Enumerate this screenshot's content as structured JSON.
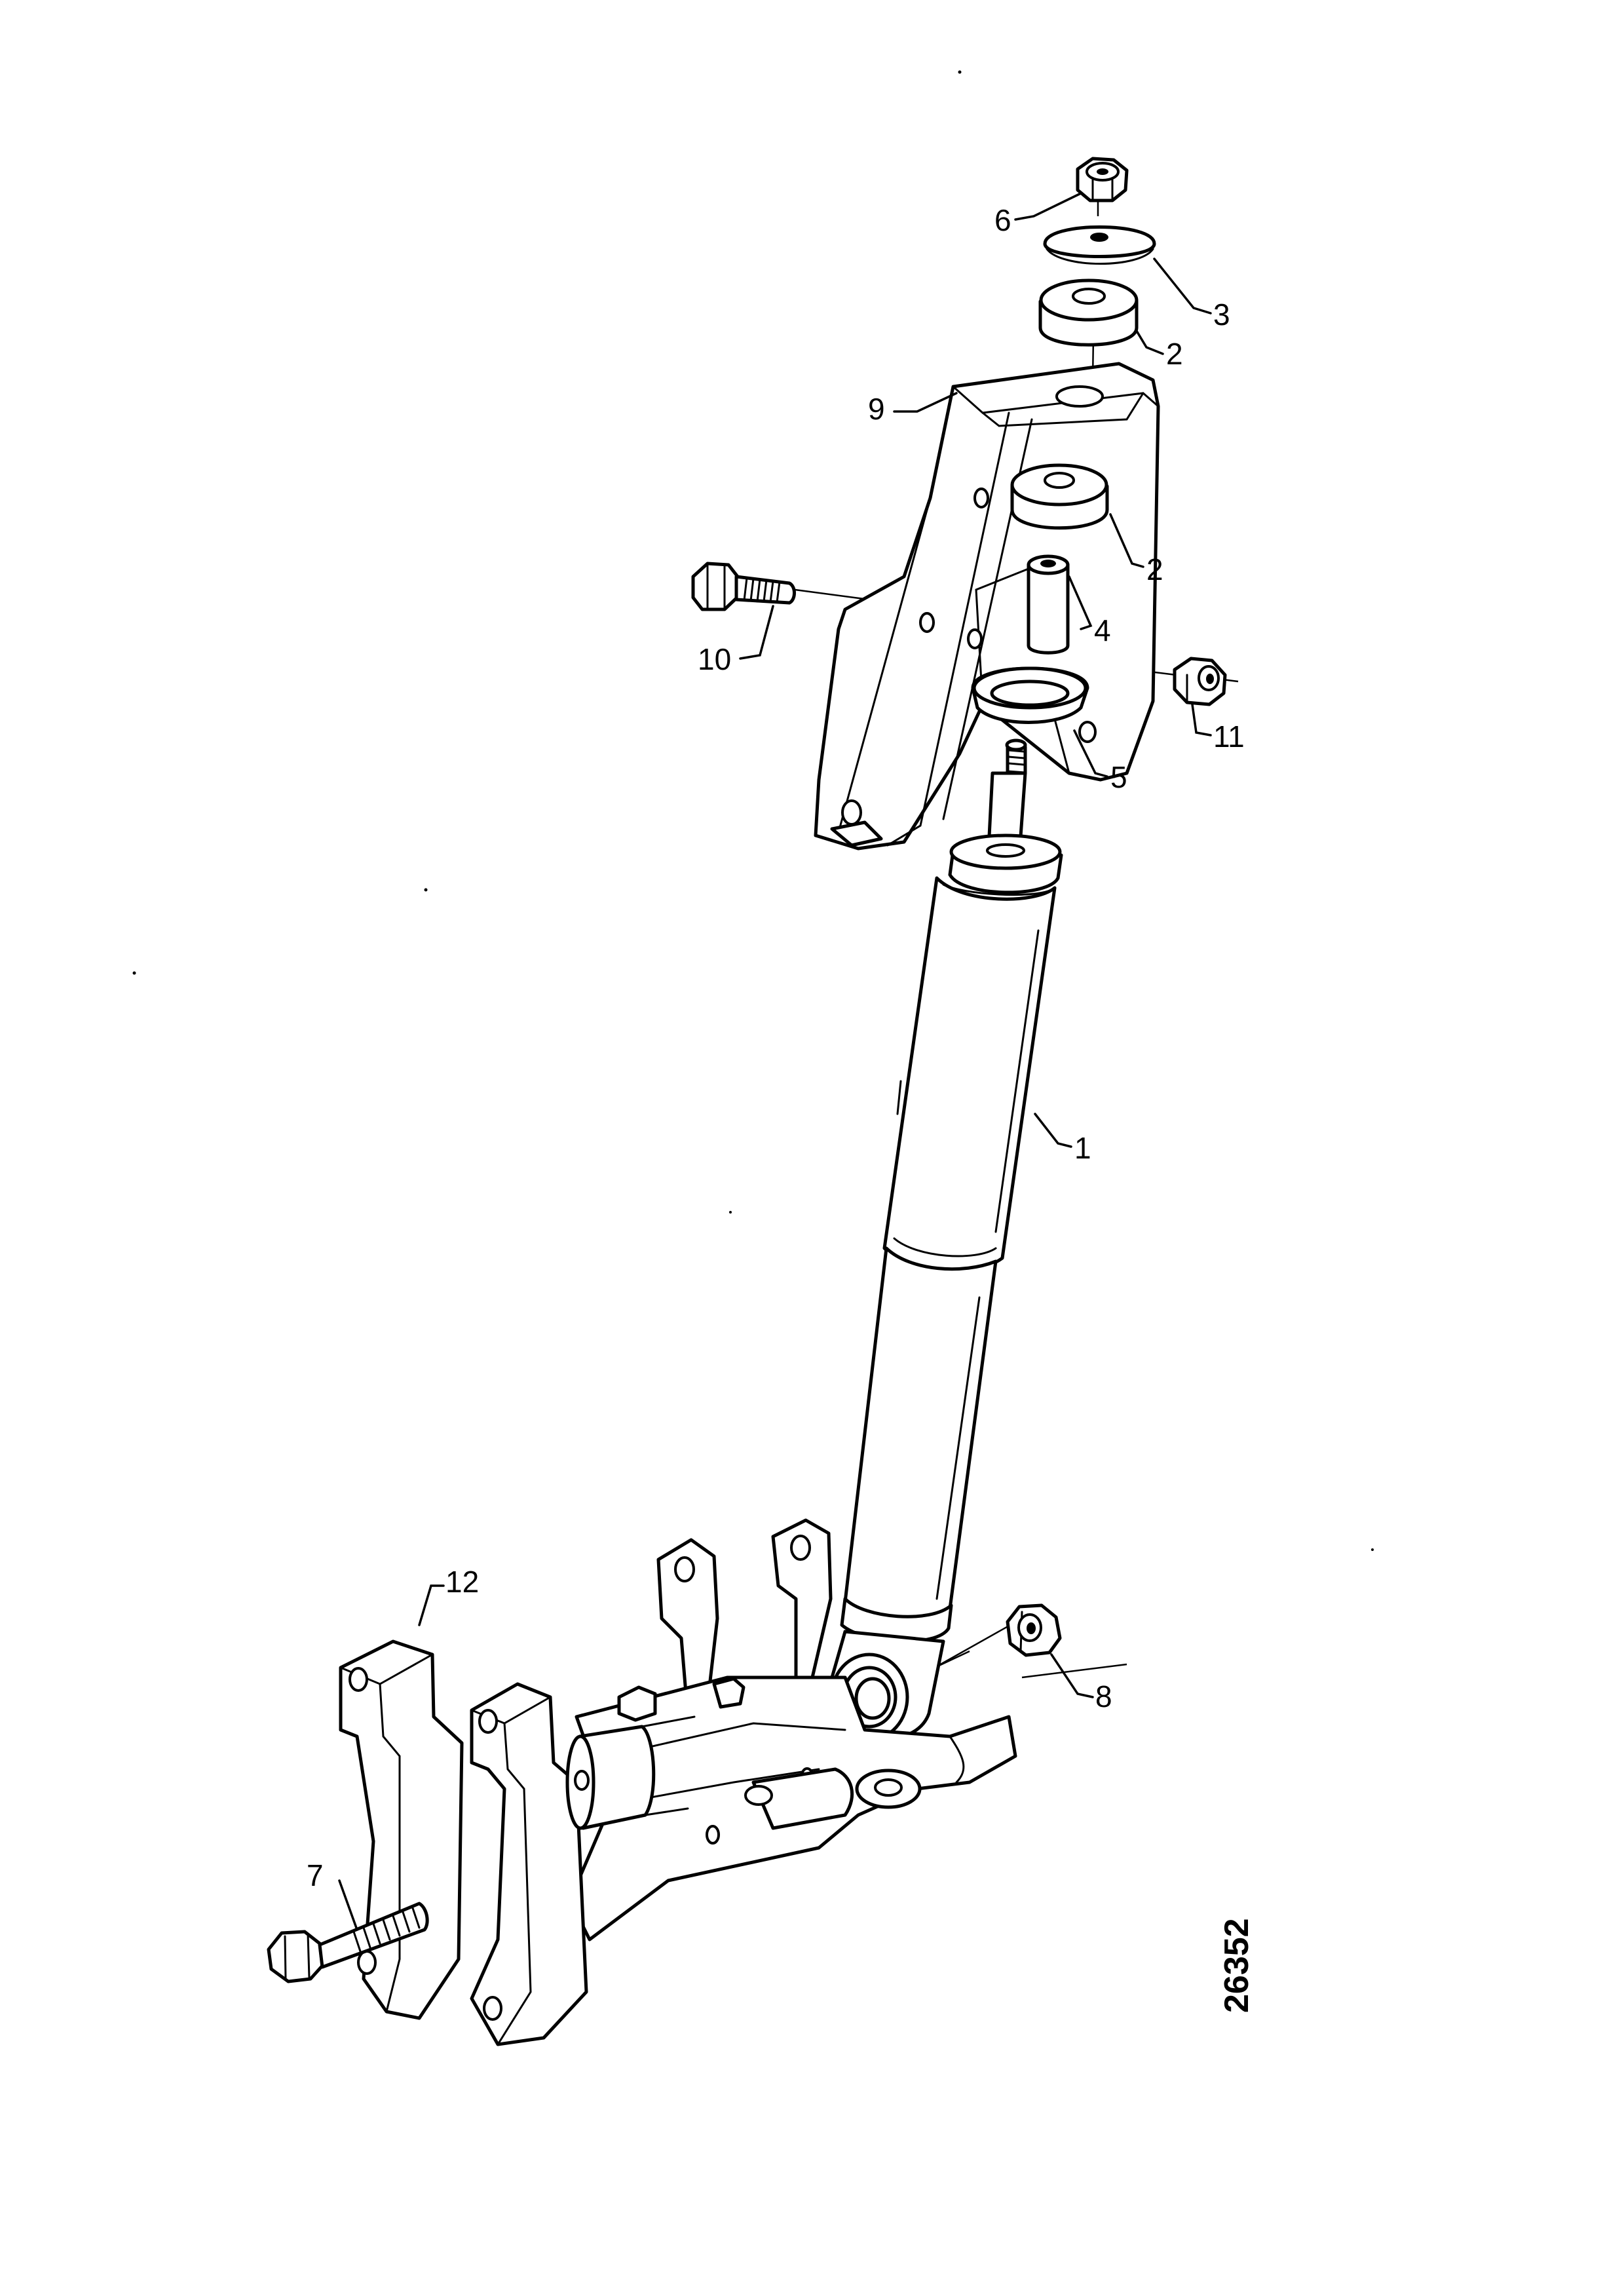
{
  "callouts": [
    {
      "id": "6",
      "text": "6"
    },
    {
      "id": "3",
      "text": "3"
    },
    {
      "id": "2a",
      "text": "2"
    },
    {
      "id": "9",
      "text": "9"
    },
    {
      "id": "2b",
      "text": "2"
    },
    {
      "id": "10",
      "text": "10"
    },
    {
      "id": "4",
      "text": "4"
    },
    {
      "id": "11",
      "text": "11"
    },
    {
      "id": "5",
      "text": "5"
    },
    {
      "id": "1",
      "text": "1"
    },
    {
      "id": "12",
      "text": "12"
    },
    {
      "id": "8",
      "text": "8"
    },
    {
      "id": "7",
      "text": "7"
    }
  ],
  "figure_number": "26352"
}
